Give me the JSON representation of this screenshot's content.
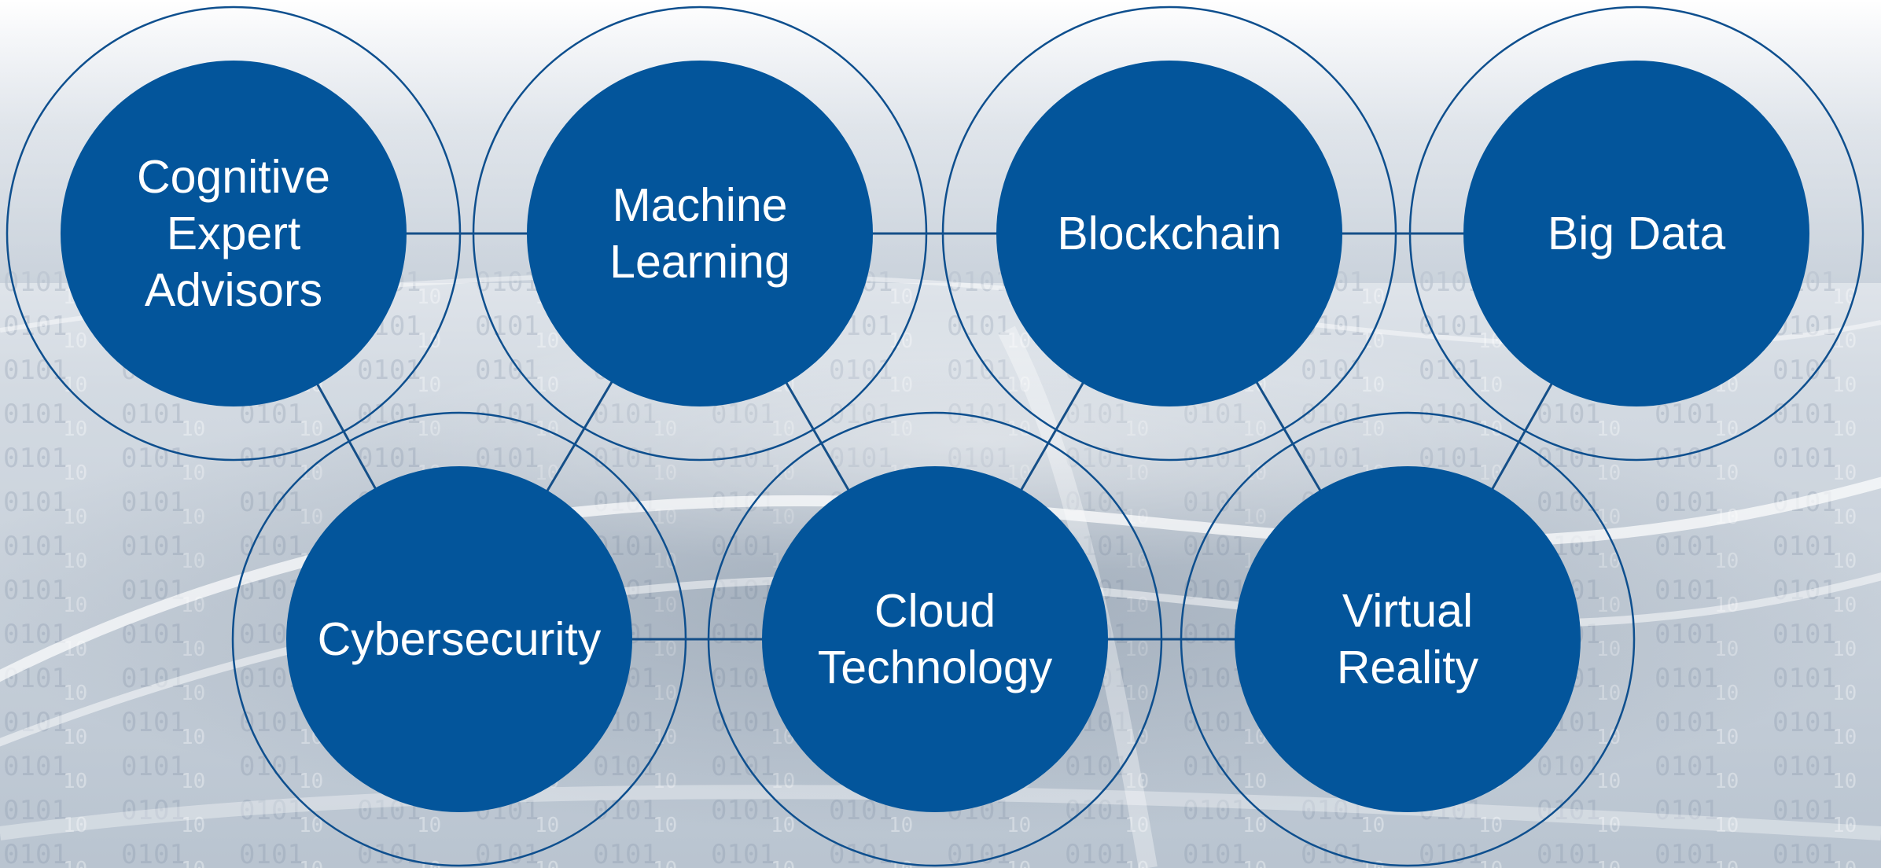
{
  "colors": {
    "node_fill": "#03559b",
    "ring_stroke": "#0e4f8e",
    "connector_stroke": "#154f88",
    "background_top": "#ffffff",
    "background_bottom": "#b9c4d0"
  },
  "background": {
    "description_icon": "binary-code-tunnel-image"
  },
  "nodes": [
    {
      "id": "cognitive-expert-advisors",
      "lines": [
        "Cognitive",
        "Expert",
        "Advisors"
      ]
    },
    {
      "id": "machine-learning",
      "lines": [
        "Machine",
        "Learning"
      ]
    },
    {
      "id": "blockchain",
      "lines": [
        "Blockchain"
      ]
    },
    {
      "id": "big-data",
      "lines": [
        "Big Data"
      ]
    },
    {
      "id": "cybersecurity",
      "lines": [
        "Cybersecurity"
      ]
    },
    {
      "id": "cloud-technology",
      "lines": [
        "Cloud",
        "Technology"
      ]
    },
    {
      "id": "virtual-reality",
      "lines": [
        "Virtual",
        "Reality"
      ]
    }
  ],
  "connections": [
    [
      "cognitive-expert-advisors",
      "machine-learning"
    ],
    [
      "machine-learning",
      "blockchain"
    ],
    [
      "blockchain",
      "big-data"
    ],
    [
      "cybersecurity",
      "cloud-technology"
    ],
    [
      "cloud-technology",
      "virtual-reality"
    ],
    [
      "cognitive-expert-advisors",
      "cybersecurity"
    ],
    [
      "machine-learning",
      "cybersecurity"
    ],
    [
      "machine-learning",
      "cloud-technology"
    ],
    [
      "blockchain",
      "cloud-technology"
    ],
    [
      "blockchain",
      "virtual-reality"
    ],
    [
      "big-data",
      "virtual-reality"
    ]
  ]
}
